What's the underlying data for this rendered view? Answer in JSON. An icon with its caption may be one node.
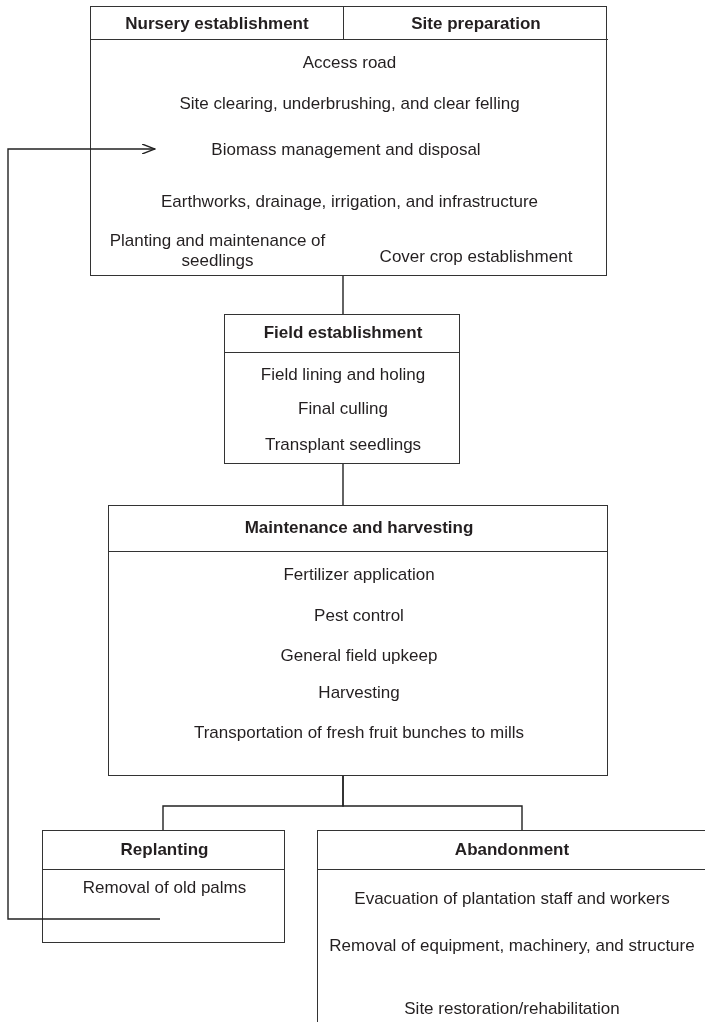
{
  "diagram": {
    "nodes": [
      {
        "text": [
          "Access road",
          "Site clearing, underbrushing, and clear felling",
          "Earthworks, drainage, irrigation, and infrastructure",
          "Planting and maintenance of seedlings",
          "Cover crop establishment"
        ]
      },
      {
        "text": [
          "Nursery establishment"
        ],
        "in": 0
      },
      {
        "text": [
          "Site preparation"
        ],
        "in": 0
      },
      {
        "text": [
          "Biomass management and disposal"
        ],
        "in": 0
      },
      {
        "text": [
          "Field establishment",
          "Field lining and holing",
          "Final culling",
          "Transplant seedlings"
        ]
      },
      {
        "text": [
          "Maintenance and harvesting",
          "Fertilizer application",
          "Pest control",
          "General field upkeep",
          "Harvesting",
          "Transportation of fresh fruit bunches to mills"
        ]
      },
      {
        "text": [
          "Replanting",
          "Removal of old palms"
        ]
      },
      {
        "text": [
          "Abandonment",
          "Evacuation of plantation staff and workers",
          "Removal of equipment, machinery, and structure",
          "Site restoration/rehabilitation"
        ]
      }
    ],
    "edges": [
      {
        "from": 0,
        "to": 4,
        "arrow": "none"
      },
      {
        "from": 4,
        "to": 5,
        "arrow": "none"
      },
      {
        "from": 5,
        "to": 6,
        "arrow": "none"
      },
      {
        "from": 5,
        "to": 7,
        "arrow": "none"
      },
      {
        "from": 6,
        "to": 3,
        "arrow": "to"
      }
    ]
  }
}
